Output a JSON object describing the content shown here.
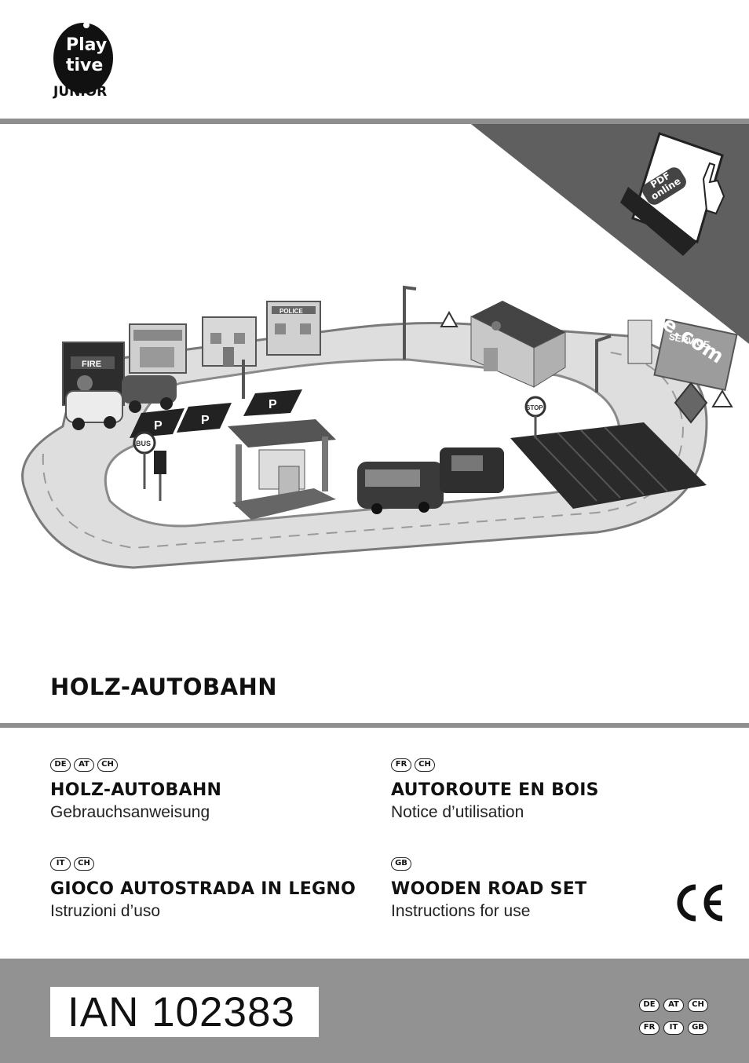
{
  "brand": {
    "logo_alt": "Playtive Junior",
    "line1": "Play",
    "line2": "tive",
    "line3": "JUNIOR"
  },
  "banner": {
    "url": "www.lidl-service.com",
    "pdf_line1": "PDF",
    "pdf_line2": "online"
  },
  "main_title": "HOLZ-AUTOBAHN",
  "languages": [
    {
      "badges": [
        "DE",
        "AT",
        "CH"
      ],
      "title": "HOLZ-AUTOBAHN",
      "subtitle": "Gebrauchsanweisung"
    },
    {
      "badges": [
        "FR",
        "CH"
      ],
      "title": "AUTOROUTE EN BOIS",
      "subtitle": "Notice d’utilisation"
    },
    {
      "badges": [
        "IT",
        "CH"
      ],
      "title": "GIOCO AUTOSTRADA IN LEGNO",
      "subtitle": "Istruzioni d’uso"
    },
    {
      "badges": [
        "GB"
      ],
      "title": "WOODEN ROAD SET",
      "subtitle": "Instructions for use"
    }
  ],
  "ian": "IAN 102383",
  "bottom_badges": {
    "row1": [
      "DE",
      "AT",
      "CH"
    ],
    "row2": [
      "FR",
      "IT",
      "GB"
    ]
  },
  "illustration_signs": {
    "fire": "FIRE",
    "police": "POLICE",
    "service": "SERVICE",
    "bus": "BUS",
    "stop": "STOP",
    "parking": "P"
  },
  "colors": {
    "band": "#929292",
    "rule": "#8f8f8f",
    "banner": "#5f5f5f"
  }
}
